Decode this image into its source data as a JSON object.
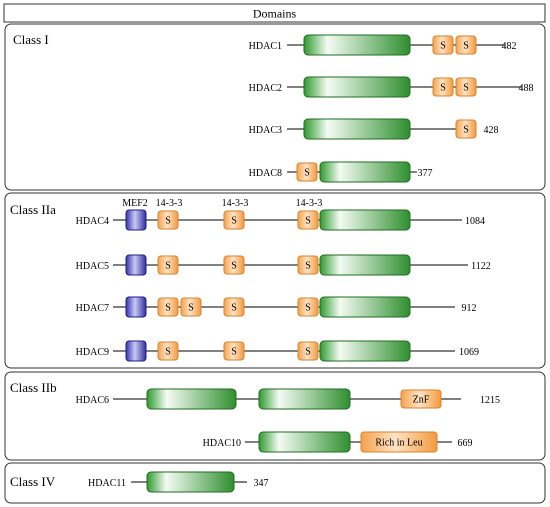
{
  "header": {
    "title": "Domains"
  },
  "classes": [
    {
      "label": "Class I",
      "proteins": [
        {
          "name": "HDAC1",
          "length": "482",
          "s_label": "S"
        },
        {
          "name": "HDAC2",
          "length": "488",
          "s_label": "S"
        },
        {
          "name": "HDAC3",
          "length": "428",
          "s_label": "S"
        },
        {
          "name": "HDAC8",
          "length": "377",
          "s_label": "S"
        }
      ]
    },
    {
      "label": "Class IIa",
      "annotations": {
        "mef2": "MEF2",
        "site_a": "14-3-3",
        "site_b": "14-3-3",
        "site_c": "14-3-3"
      },
      "proteins": [
        {
          "name": "HDAC4",
          "length": "1084",
          "s_label": "S"
        },
        {
          "name": "HDAC5",
          "length": "1122",
          "s_label": "S"
        },
        {
          "name": "HDAC7",
          "length": "912",
          "s_label": "S"
        },
        {
          "name": "HDAC9",
          "length": "1069",
          "s_label": "S"
        }
      ]
    },
    {
      "label": "Class IIb",
      "proteins": [
        {
          "name": "HDAC6",
          "length": "1215",
          "znf_label": "ZnF"
        },
        {
          "name": "HDAC10",
          "length": "669",
          "leu_label": "Rich in Leu"
        }
      ]
    },
    {
      "label": "Class IV",
      "proteins": [
        {
          "name": "HDAC11",
          "length": "347"
        }
      ]
    }
  ],
  "colors": {
    "catalytic": "#2e8b2e",
    "s_domain": "#f5a04a",
    "mef2": "#2f2fa8",
    "border": "#333333"
  }
}
